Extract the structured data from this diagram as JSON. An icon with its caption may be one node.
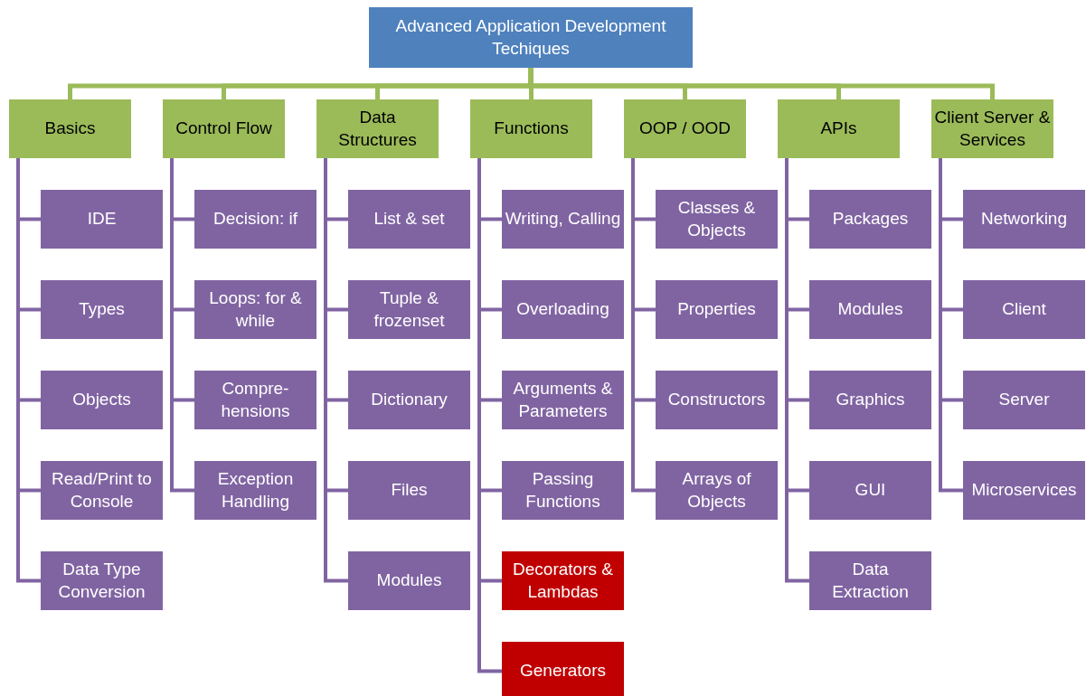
{
  "diagram": {
    "nodes": [
      {
        "text": [
          "Advanced Application Development Techiques"
        ]
      },
      {
        "text": [
          "Basics"
        ]
      },
      {
        "text": [
          "Control Flow"
        ]
      },
      {
        "text": [
          "Data Structures"
        ]
      },
      {
        "text": [
          "Functions"
        ]
      },
      {
        "text": [
          "OOP / OOD"
        ]
      },
      {
        "text": [
          "APIs"
        ]
      },
      {
        "text": [
          "Client Server & Services"
        ]
      },
      {
        "text": [
          "IDE"
        ]
      },
      {
        "text": [
          "Types"
        ]
      },
      {
        "text": [
          "Objects"
        ]
      },
      {
        "text": [
          "Read/Print to Console"
        ]
      },
      {
        "text": [
          "Data Type Conversion"
        ]
      },
      {
        "text": [
          "Decision: if"
        ]
      },
      {
        "text": [
          "Loops: for & while"
        ]
      },
      {
        "text": [
          "Compre-hensions"
        ]
      },
      {
        "text": [
          "Exception Handling"
        ]
      },
      {
        "text": [
          "List & set"
        ]
      },
      {
        "text": [
          "Tuple & frozenset"
        ]
      },
      {
        "text": [
          "Dictionary"
        ]
      },
      {
        "text": [
          "Files"
        ]
      },
      {
        "text": [
          "Modules"
        ]
      },
      {
        "text": [
          "Writing, Calling"
        ]
      },
      {
        "text": [
          "Overloading"
        ]
      },
      {
        "text": [
          "Arguments & Parameters"
        ]
      },
      {
        "text": [
          "Passing Functions"
        ]
      },
      {
        "text": [
          "Decorators & Lambdas"
        ]
      },
      {
        "text": [
          "Generators"
        ]
      },
      {
        "text": [
          "Classes & Objects"
        ]
      },
      {
        "text": [
          "Properties"
        ]
      },
      {
        "text": [
          "Constructors"
        ]
      },
      {
        "text": [
          "Arrays of Objects"
        ]
      },
      {
        "text": [
          "Packages"
        ]
      },
      {
        "text": [
          "Modules"
        ]
      },
      {
        "text": [
          "Graphics"
        ]
      },
      {
        "text": [
          "GUI"
        ]
      },
      {
        "text": [
          "Data Extraction"
        ]
      },
      {
        "text": [
          "Networking"
        ]
      },
      {
        "text": [
          "Client"
        ]
      },
      {
        "text": [
          "Server"
        ]
      },
      {
        "text": [
          "Microservices"
        ]
      }
    ],
    "edges": [
      {
        "from": 0,
        "to": 1,
        "arrow": "none"
      },
      {
        "from": 0,
        "to": 2,
        "arrow": "none"
      },
      {
        "from": 0,
        "to": 3,
        "arrow": "none"
      },
      {
        "from": 0,
        "to": 4,
        "arrow": "none"
      },
      {
        "from": 0,
        "to": 5,
        "arrow": "none"
      },
      {
        "from": 0,
        "to": 6,
        "arrow": "none"
      },
      {
        "from": 0,
        "to": 7,
        "arrow": "none"
      },
      {
        "from": 1,
        "to": 8,
        "arrow": "none"
      },
      {
        "from": 1,
        "to": 9,
        "arrow": "none"
      },
      {
        "from": 1,
        "to": 10,
        "arrow": "none"
      },
      {
        "from": 1,
        "to": 11,
        "arrow": "none"
      },
      {
        "from": 1,
        "to": 12,
        "arrow": "none"
      },
      {
        "from": 2,
        "to": 13,
        "arrow": "none"
      },
      {
        "from": 2,
        "to": 14,
        "arrow": "none"
      },
      {
        "from": 2,
        "to": 15,
        "arrow": "none"
      },
      {
        "from": 2,
        "to": 16,
        "arrow": "none"
      },
      {
        "from": 3,
        "to": 17,
        "arrow": "none"
      },
      {
        "from": 3,
        "to": 18,
        "arrow": "none"
      },
      {
        "from": 3,
        "to": 19,
        "arrow": "none"
      },
      {
        "from": 3,
        "to": 20,
        "arrow": "none"
      },
      {
        "from": 3,
        "to": 21,
        "arrow": "none"
      },
      {
        "from": 4,
        "to": 22,
        "arrow": "none"
      },
      {
        "from": 4,
        "to": 23,
        "arrow": "none"
      },
      {
        "from": 4,
        "to": 24,
        "arrow": "none"
      },
      {
        "from": 4,
        "to": 25,
        "arrow": "none"
      },
      {
        "from": 4,
        "to": 26,
        "arrow": "none"
      },
      {
        "from": 4,
        "to": 27,
        "arrow": "none"
      },
      {
        "from": 5,
        "to": 28,
        "arrow": "none"
      },
      {
        "from": 5,
        "to": 29,
        "arrow": "none"
      },
      {
        "from": 5,
        "to": 30,
        "arrow": "none"
      },
      {
        "from": 5,
        "to": 31,
        "arrow": "none"
      },
      {
        "from": 6,
        "to": 32,
        "arrow": "none"
      },
      {
        "from": 6,
        "to": 33,
        "arrow": "none"
      },
      {
        "from": 6,
        "to": 34,
        "arrow": "none"
      },
      {
        "from": 6,
        "to": 35,
        "arrow": "none"
      },
      {
        "from": 6,
        "to": 36,
        "arrow": "none"
      },
      {
        "from": 7,
        "to": 37,
        "arrow": "none"
      },
      {
        "from": 7,
        "to": 38,
        "arrow": "none"
      },
      {
        "from": 7,
        "to": 39,
        "arrow": "none"
      },
      {
        "from": 7,
        "to": 40,
        "arrow": "none"
      }
    ]
  }
}
